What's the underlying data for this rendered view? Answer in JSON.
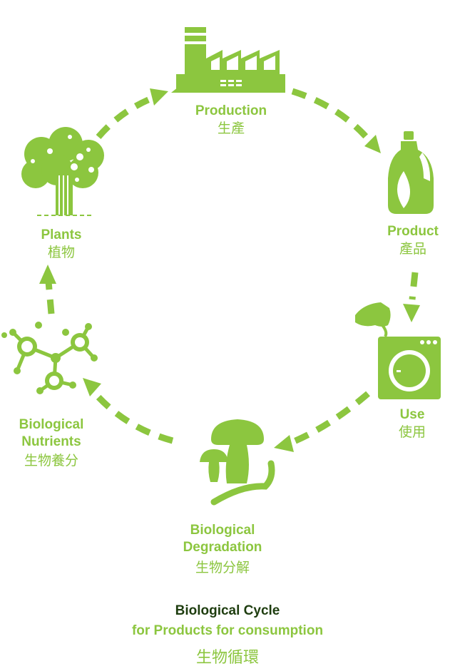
{
  "colors": {
    "accent": "#8cc63f",
    "title": "#1e3d0f"
  },
  "stages": {
    "production": {
      "en": "Production",
      "cn": "生產",
      "icon": "factory-icon"
    },
    "product": {
      "en": "Product",
      "cn": "產品",
      "icon": "bottle-icon"
    },
    "use": {
      "en": "Use",
      "cn": "使用",
      "icon": "washing-machine-icon"
    },
    "degradation": {
      "en1": "Biological",
      "en2": "Degradation",
      "cn": "生物分解",
      "icon": "mushroom-worm-icon"
    },
    "nutrients": {
      "en1": "Biological",
      "en2": "Nutrients",
      "cn": "生物養分",
      "icon": "molecule-icon"
    },
    "plants": {
      "en": "Plants",
      "cn": "植物",
      "icon": "tree-icon"
    }
  },
  "footer": {
    "title": "Biological Cycle",
    "subtitle": "for Products for consumption",
    "cn": "生物循環"
  }
}
